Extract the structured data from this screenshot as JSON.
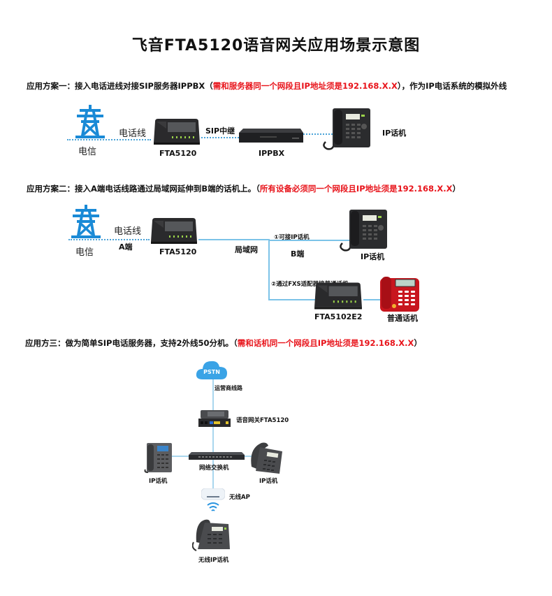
{
  "title": "飞音FTA5120语音网关应用场景示意图",
  "colors": {
    "accent_blue": "#1a8ad6",
    "red": "#e8141b",
    "line_blue": "#7cc3e8"
  },
  "scenario1": {
    "heading_prefix": "应用方案一：接入电话进线对接SIP服务器IPPBX（",
    "heading_red": "需和服务器同一个网段且IP地址须是192.168.X.X",
    "heading_suffix": "），作为IP电话系统的模拟外线",
    "telecom_label": "电信",
    "phone_line_label": "电话线",
    "gateway_label": "FTA5120",
    "sip_trunk_label": "SIP中继",
    "ippbx_label": "IPPBX",
    "ip_phone_label": "IP话机",
    "icons": [
      "power-tower-icon",
      "gateway-device-icon",
      "ippbx-device-icon",
      "ip-phone-icon"
    ]
  },
  "scenario2": {
    "heading_prefix": "应用方案二：接入A端电话线路通过局域网延伸到B端的话机上。（",
    "heading_red": "所有设备必须同一个网段且IP地址须是192.168.X.X",
    "heading_suffix": "）",
    "telecom_label": "电信",
    "phone_line_label": "电话线",
    "a_end_label": "A端",
    "gateway_label": "FTA5120",
    "lan_label": "局域网",
    "option1_label": "①可接IP话机",
    "b_end_label": "B端",
    "ip_phone_label": "IP话机",
    "option2_label": "②通过FXS适配器接普通话机",
    "adapter_label": "FTA5102E2",
    "analog_phone_label": "普通话机"
  },
  "scenario3": {
    "heading_prefix": "应用方三：做为简单SIP电话服务器，支持2外线50分机。（",
    "heading_red": "需和话机同一个网段且IP地址须是192.168.X.X",
    "heading_suffix": "）",
    "pstn_label": "PSTN",
    "carrier_line_label": "运营商线路",
    "gateway_label": "语音网关FTA5120",
    "switch_label": "网络交换机",
    "ip_phone_left_label": "IP话机",
    "ip_phone_right_label": "IP话机",
    "ap_label": "无线AP",
    "wireless_phone_label": "无线IP话机"
  }
}
